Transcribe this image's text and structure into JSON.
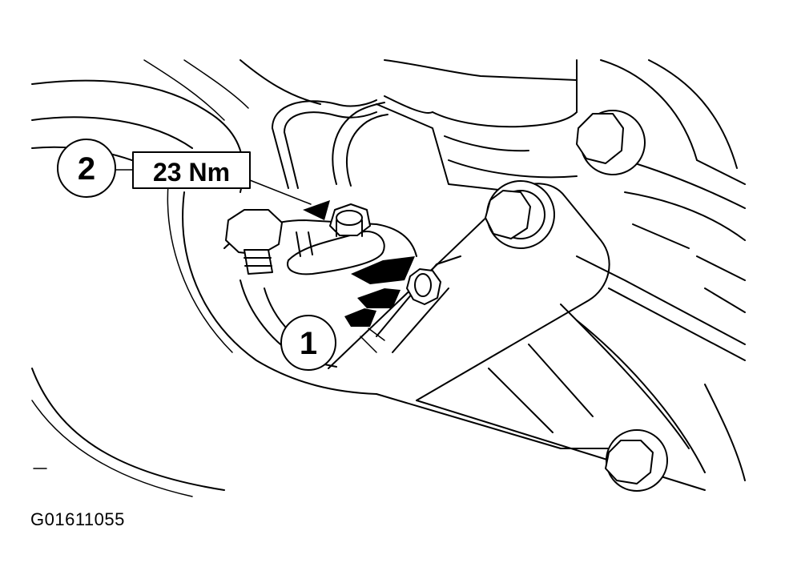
{
  "callouts": [
    {
      "number": "1"
    },
    {
      "number": "2",
      "torque": "23 Nm"
    }
  ],
  "figure_id": "G01611055",
  "colors": {
    "ink": "#000000",
    "paper": "#ffffff"
  }
}
